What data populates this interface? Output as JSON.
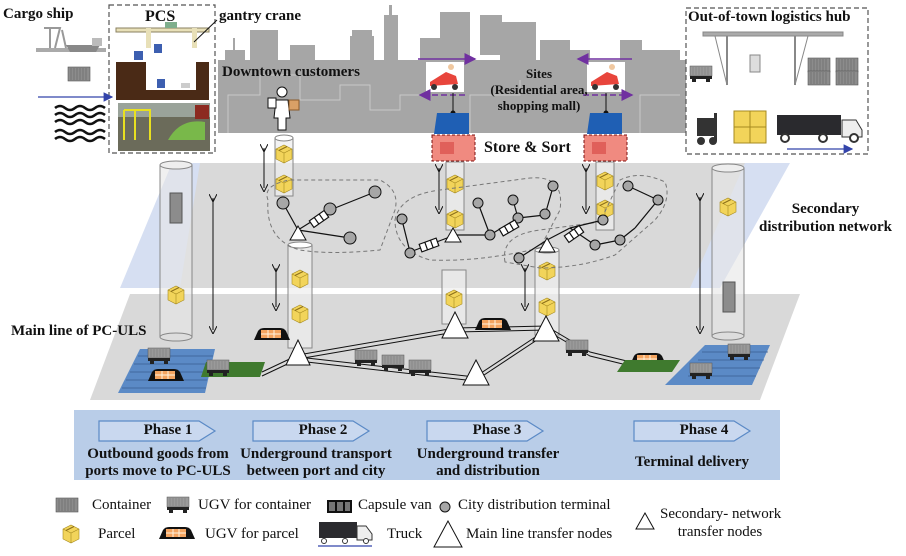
{
  "labels": {
    "cargo_ship": "Cargo ship",
    "pcs": "PCS",
    "gantry_crane": "gantry crane",
    "downtown_customers": "Downtown customers",
    "sites_line1": "Sites",
    "sites_line2": "(Residential area,",
    "sites_line3": "shopping mall)",
    "store_sort": "Store & Sort",
    "hub": "Out-of-town logistics hub",
    "secondary_line1": "Secondary",
    "secondary_line2": "distribution network",
    "main_line": "Main line of PC-ULS"
  },
  "phases": [
    {
      "label": "Phase 1",
      "desc_line1": "Outbound goods from",
      "desc_line2": "ports move to PC-ULS"
    },
    {
      "label": "Phase 2",
      "desc_line1": "Underground transport",
      "desc_line2": "between port and city"
    },
    {
      "label": "Phase 3",
      "desc_line1": "Underground transfer",
      "desc_line2": "and distribution"
    },
    {
      "label": "Phase 4",
      "desc_line1": "Terminal delivery",
      "desc_line2": ""
    }
  ],
  "legend": [
    {
      "icon": "container-icon",
      "label": "Container"
    },
    {
      "icon": "ugv-container-icon",
      "label": "UGV for container"
    },
    {
      "icon": "capsule-van-icon",
      "label": "Capsule van"
    },
    {
      "icon": "city-terminal-icon",
      "label": "City distribution terminal"
    },
    {
      "icon": "parcel-icon",
      "label": "Parcel"
    },
    {
      "icon": "ugv-parcel-icon",
      "label": "UGV for parcel"
    },
    {
      "icon": "truck-icon",
      "label": "Truck"
    },
    {
      "icon": "main-node-icon",
      "label": "Main line transfer nodes"
    },
    {
      "icon": "secondary-node-icon",
      "label_line1": "Secondary- network",
      "label_line2": "transfer nodes"
    }
  ],
  "colors": {
    "city": "#a6a6a6",
    "plane": "#d9d9d9",
    "plane_blue": "#d6dff2",
    "band": "#b9cde8",
    "dock_blue": "#5b8ac6",
    "green_pad": "#3f7a2e",
    "store_red": "#f08a80",
    "site_blue": "#1f5fb4",
    "arrow_purple": "#7030a0"
  }
}
